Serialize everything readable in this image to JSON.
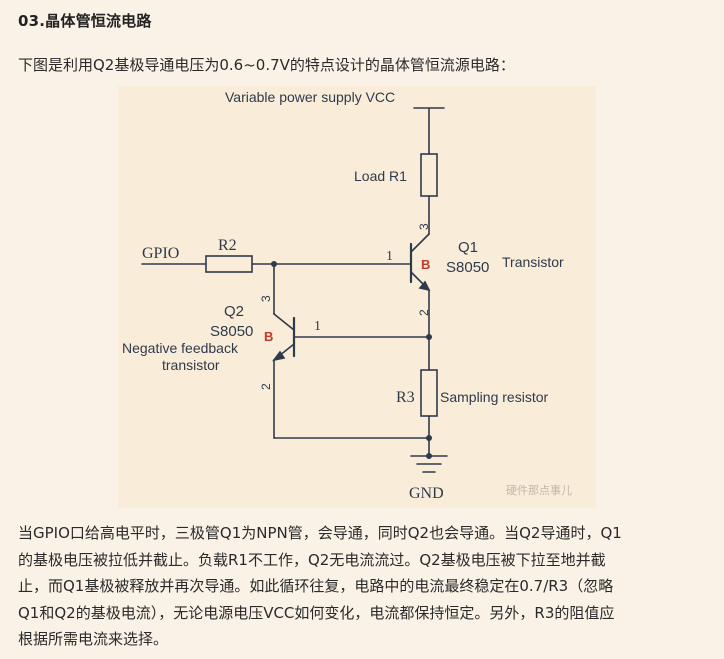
{
  "heading": "03.晶体管恒流电路",
  "intro": "下图是利用Q2基极导通电压为0.6~0.7V的特点设计的晶体管恒流源电路：",
  "diagram": {
    "vcc_label": "Variable power supply VCC",
    "load_label": "Load R1",
    "gpio_label": "GPIO",
    "r2_label": "R2",
    "q1_name": "Q1",
    "q1_part": "S8050",
    "q1_desc": "Transistor",
    "q2_name": "Q2",
    "q2_part": "S8050",
    "q2_desc_line1": "Negative feedback",
    "q2_desc_line2": "transistor",
    "r3_label": "R3",
    "r3_desc": "Sampling resistor",
    "gnd_label": "GND",
    "pin_1": "1",
    "pin_2": "2",
    "pin_3": "3",
    "pin_b": "B",
    "watermark": "硬件那点事儿"
  },
  "paragraph": [
    "当GPIO口给高电平时，三极管Q1为NPN管，会导通，同时Q2也会导通。当Q2导通时，Q1",
    "的基极电压被拉低并截止。负载R1不工作，Q2无电流流过。Q2基极电压被下拉至地并截",
    "止，而Q1基极被释放并再次导通。如此循环往复，电路中的电流最终稳定在0.7/R3（忽略",
    "Q1和Q2的基极电流），无论电源电压VCC如何变化，电流都保持恒定。另外，R3的阻值应",
    "根据所需电流来选择。"
  ]
}
